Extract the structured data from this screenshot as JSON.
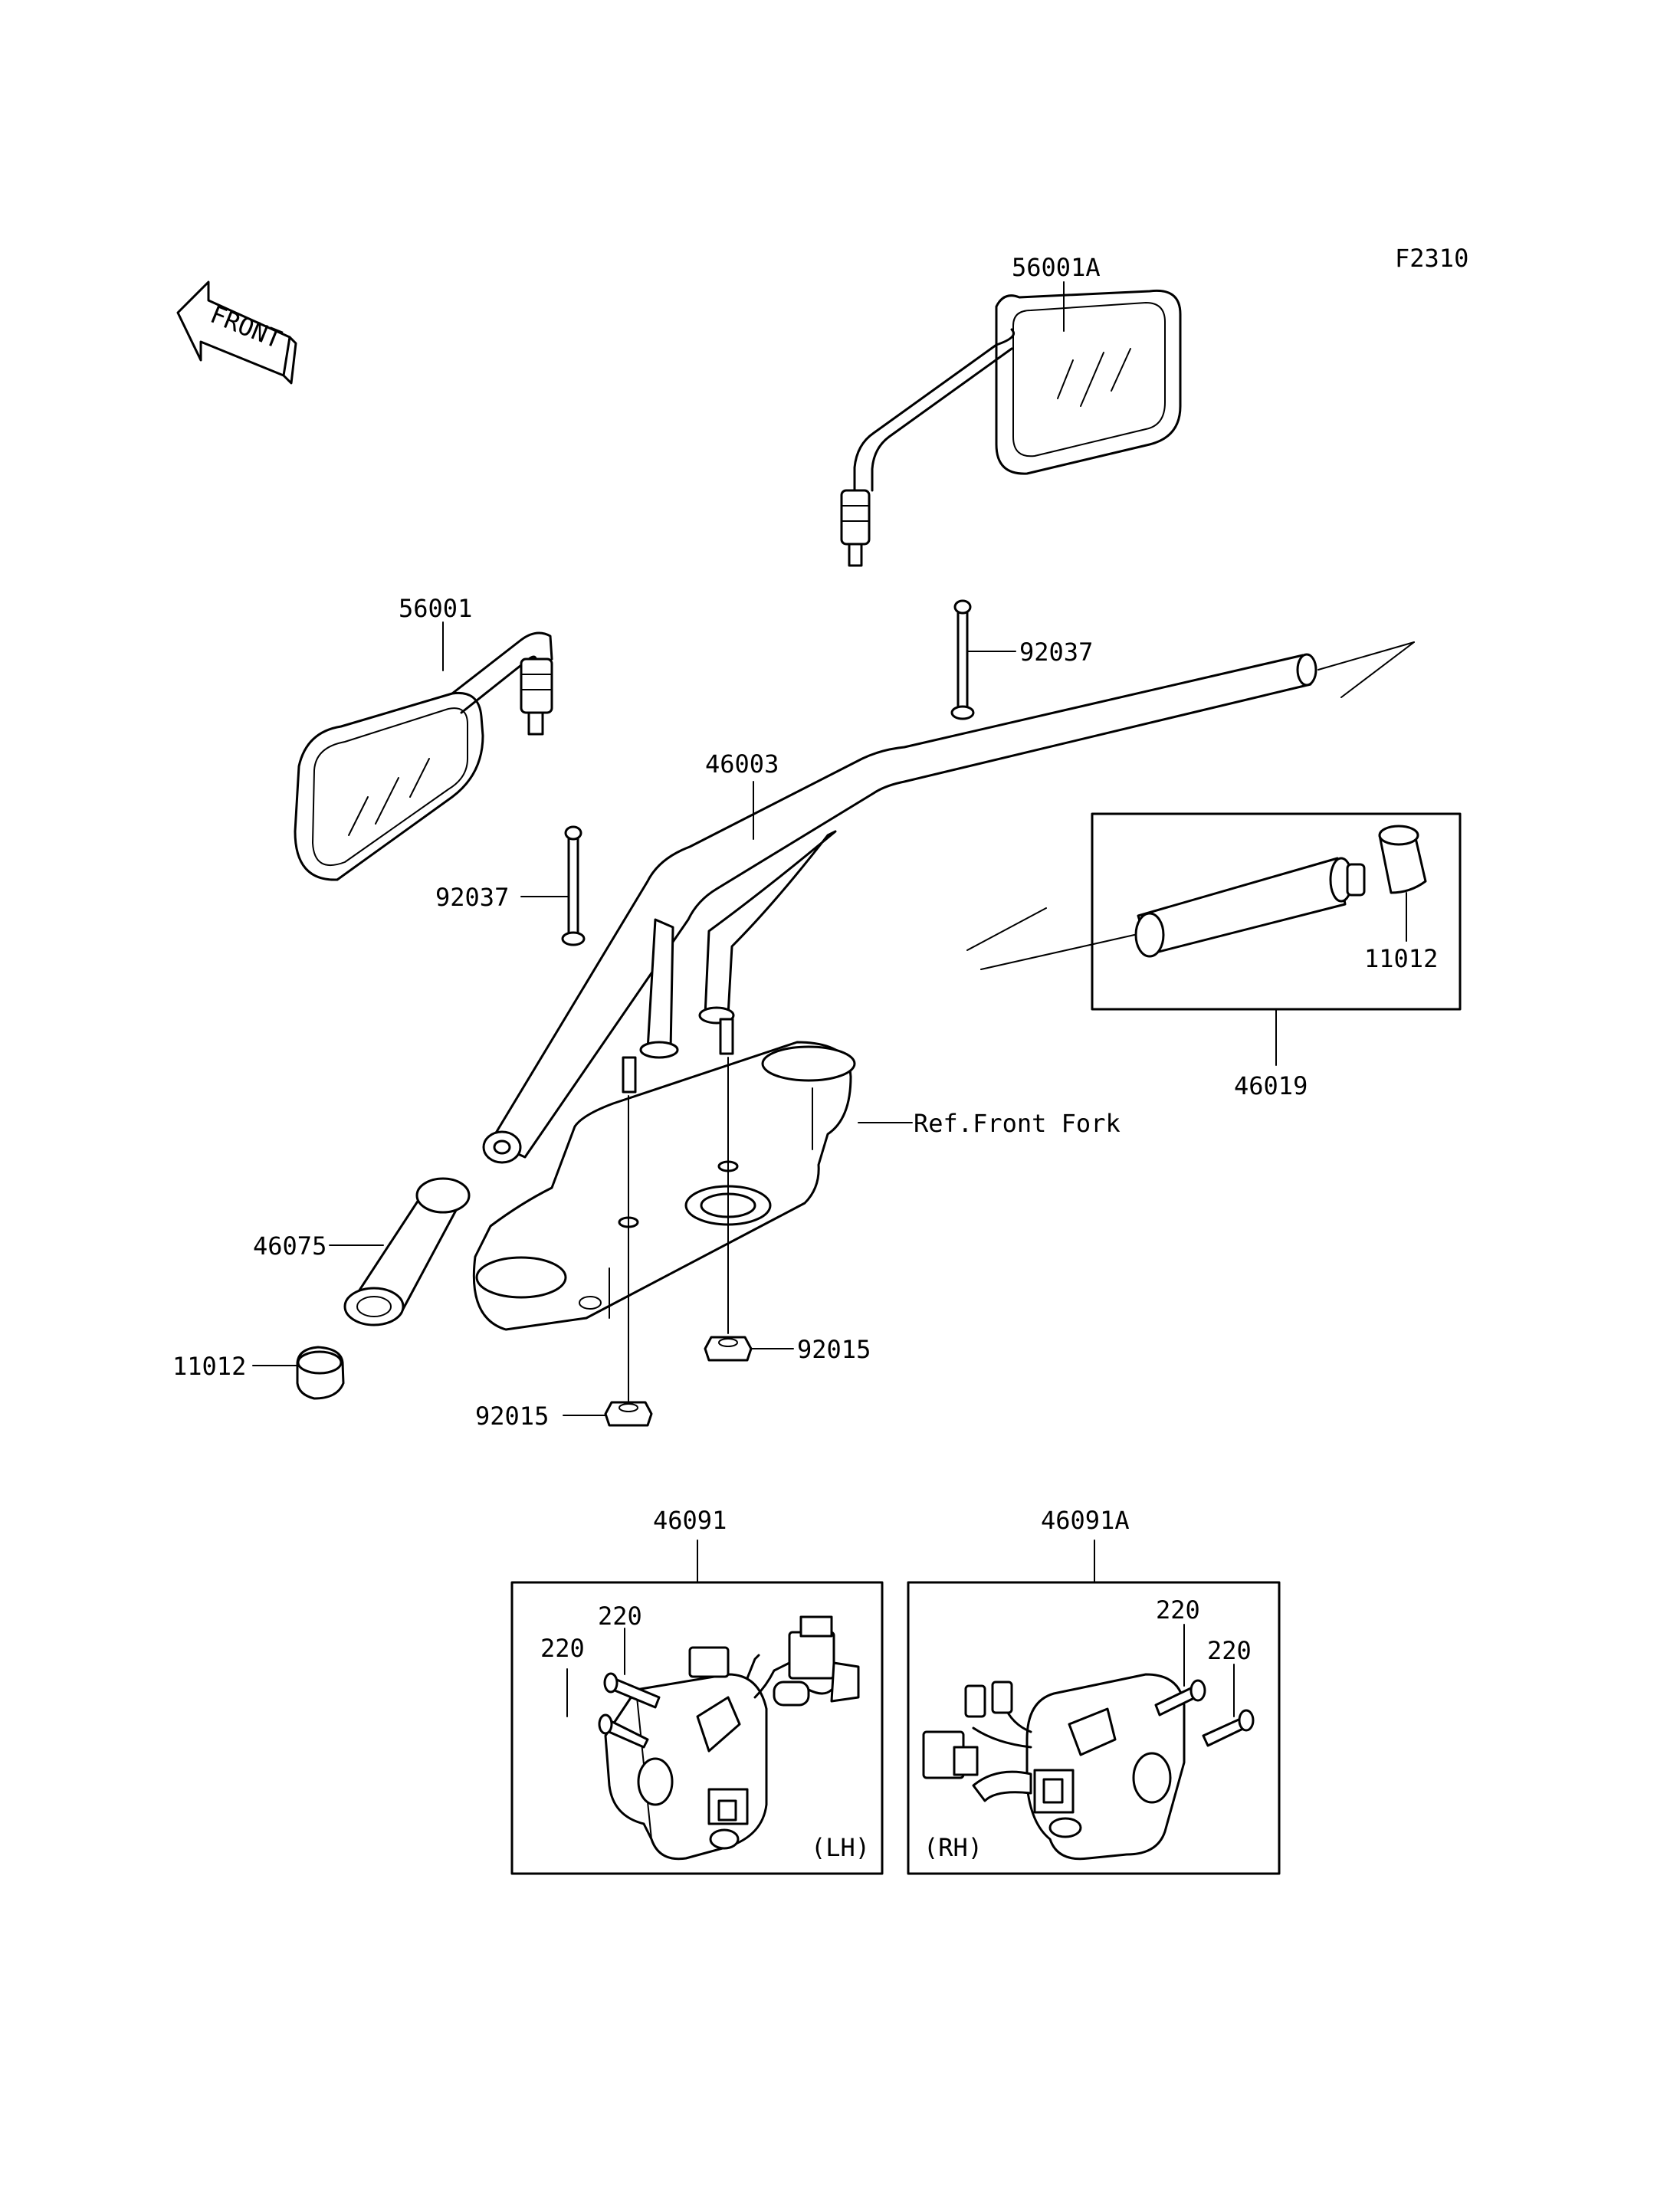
{
  "code": "F2310",
  "front_arrow": "FRONT",
  "parts": {
    "mirror_right": "56001A",
    "mirror_left": "56001",
    "band_upper": "92037",
    "band_lower": "92037",
    "handlebar": "46003",
    "throttle_grip_assy": "46019",
    "grip_end_right": "11012",
    "grip_left": "46075",
    "grip_end_left": "11012",
    "ref_front_fork": "Ref.Front Fork",
    "nut_right": "92015",
    "nut_left": "92015",
    "switch_left": "46091",
    "switch_right": "46091A",
    "screw_lh_1": "220",
    "screw_lh_2": "220",
    "screw_rh_1": "220",
    "screw_rh_2": "220"
  },
  "boxes": {
    "lh": "(LH)",
    "rh": "(RH)"
  }
}
